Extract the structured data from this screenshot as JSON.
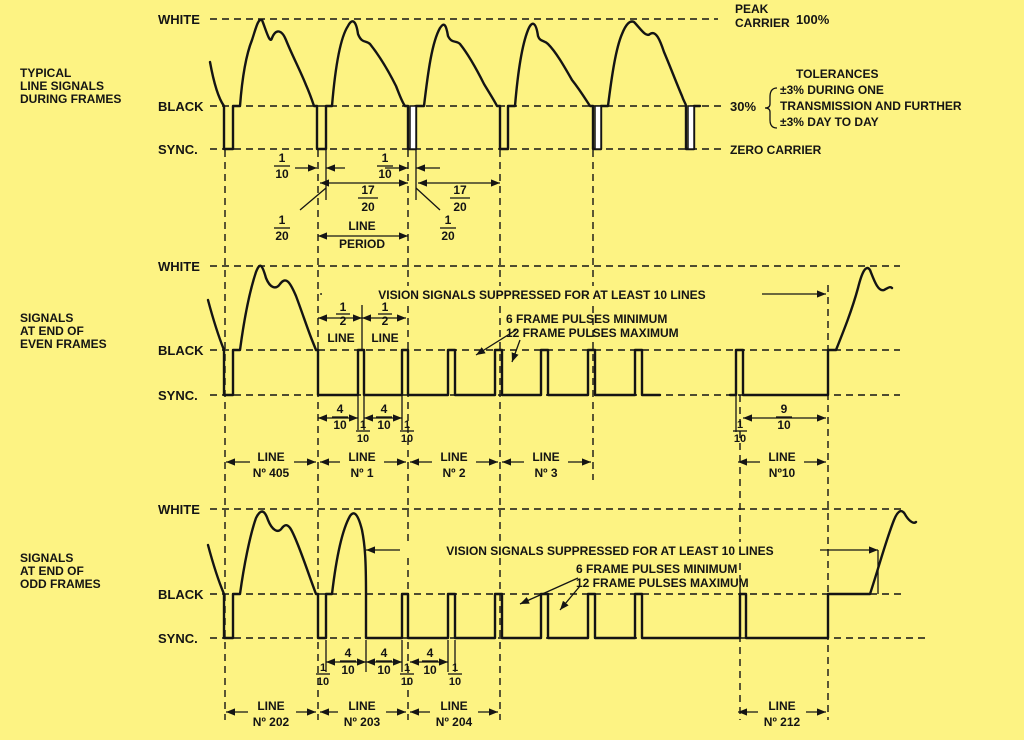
{
  "levels": {
    "white": "WHITE",
    "black": "BLACK",
    "sync": "SYNC.",
    "peak_carrier": "PEAK CARRIER",
    "peak_percent": "100%",
    "black_percent": "30%",
    "zero_carrier": "ZERO CARRIER"
  },
  "tolerances": {
    "title": "TOLERANCES",
    "line1": "±3% DURING ONE",
    "line2": "TRANSMISSION AND FURTHER",
    "line3": "±3% DAY TO DAY"
  },
  "sections": [
    {
      "title_lines": [
        "TYPICAL",
        "LINE SIGNALS",
        "DURING FRAMES"
      ]
    },
    {
      "title_lines": [
        "SIGNALS",
        "AT END OF",
        "EVEN FRAMES"
      ]
    },
    {
      "title_lines": [
        "SIGNALS",
        "AT END OF",
        "ODD FRAMES"
      ]
    }
  ],
  "annotations": {
    "line_period": [
      "LINE",
      "PERIOD"
    ],
    "vision_suppressed": "VISION SIGNALS SUPPRESSED FOR AT LEAST 10 LINES",
    "frame_pulses_min": "6 FRAME PULSES MINIMUM",
    "frame_pulses_max": "12 FRAME PULSES MAXIMUM",
    "half_line": [
      "LINE",
      "LINE"
    ]
  },
  "fractions": {
    "one_tenth": [
      "1",
      "10"
    ],
    "one_twentieth": [
      "1",
      "20"
    ],
    "seventeen_twentieths": [
      "17",
      "20"
    ],
    "four_tenths": [
      "4",
      "10"
    ],
    "nine_tenths": [
      "9",
      "10"
    ],
    "one_half": [
      "1",
      "2"
    ]
  },
  "even_lines": [
    {
      "word": "LINE",
      "num": "Nº 405"
    },
    {
      "word": "LINE",
      "num": "Nº 1"
    },
    {
      "word": "LINE",
      "num": "Nº 2"
    },
    {
      "word": "LINE",
      "num": "Nº 3"
    },
    {
      "word": "LINE",
      "num": "Nº10"
    }
  ],
  "odd_lines": [
    {
      "word": "LINE",
      "num": "Nº 202"
    },
    {
      "word": "LINE",
      "num": "Nº 203"
    },
    {
      "word": "LINE",
      "num": "Nº 204"
    },
    {
      "word": "LINE",
      "num": "Nº 212"
    }
  ]
}
